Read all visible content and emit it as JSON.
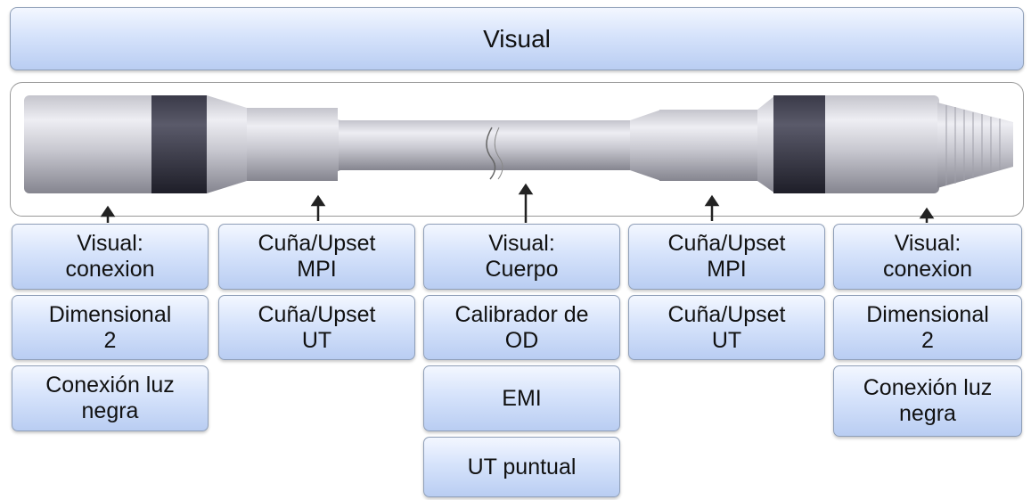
{
  "header": {
    "title": "Visual"
  },
  "columns": [
    {
      "boxes": [
        "Visual:\nconexion",
        "Dimensional\n2",
        "Conexión luz\nnegra"
      ]
    },
    {
      "boxes": [
        "Cuña/Upset\nMPI",
        "Cuña/Upset\nUT"
      ]
    },
    {
      "boxes": [
        "Visual:\nCuerpo",
        "Calibrador de\nOD",
        "EMI",
        "UT puntual"
      ]
    },
    {
      "boxes": [
        "Cuña/Upset\nMPI",
        "Cuña/Upset\nUT"
      ]
    },
    {
      "boxes": [
        "Visual:\nconexion",
        "Dimensional\n2",
        "Conexión luz\nnegra"
      ]
    }
  ],
  "colors": {
    "box_top": "#f3f7ff",
    "box_bottom": "#b9cdf2",
    "box_border": "#8f9fb8",
    "band": "#2a2a38"
  }
}
